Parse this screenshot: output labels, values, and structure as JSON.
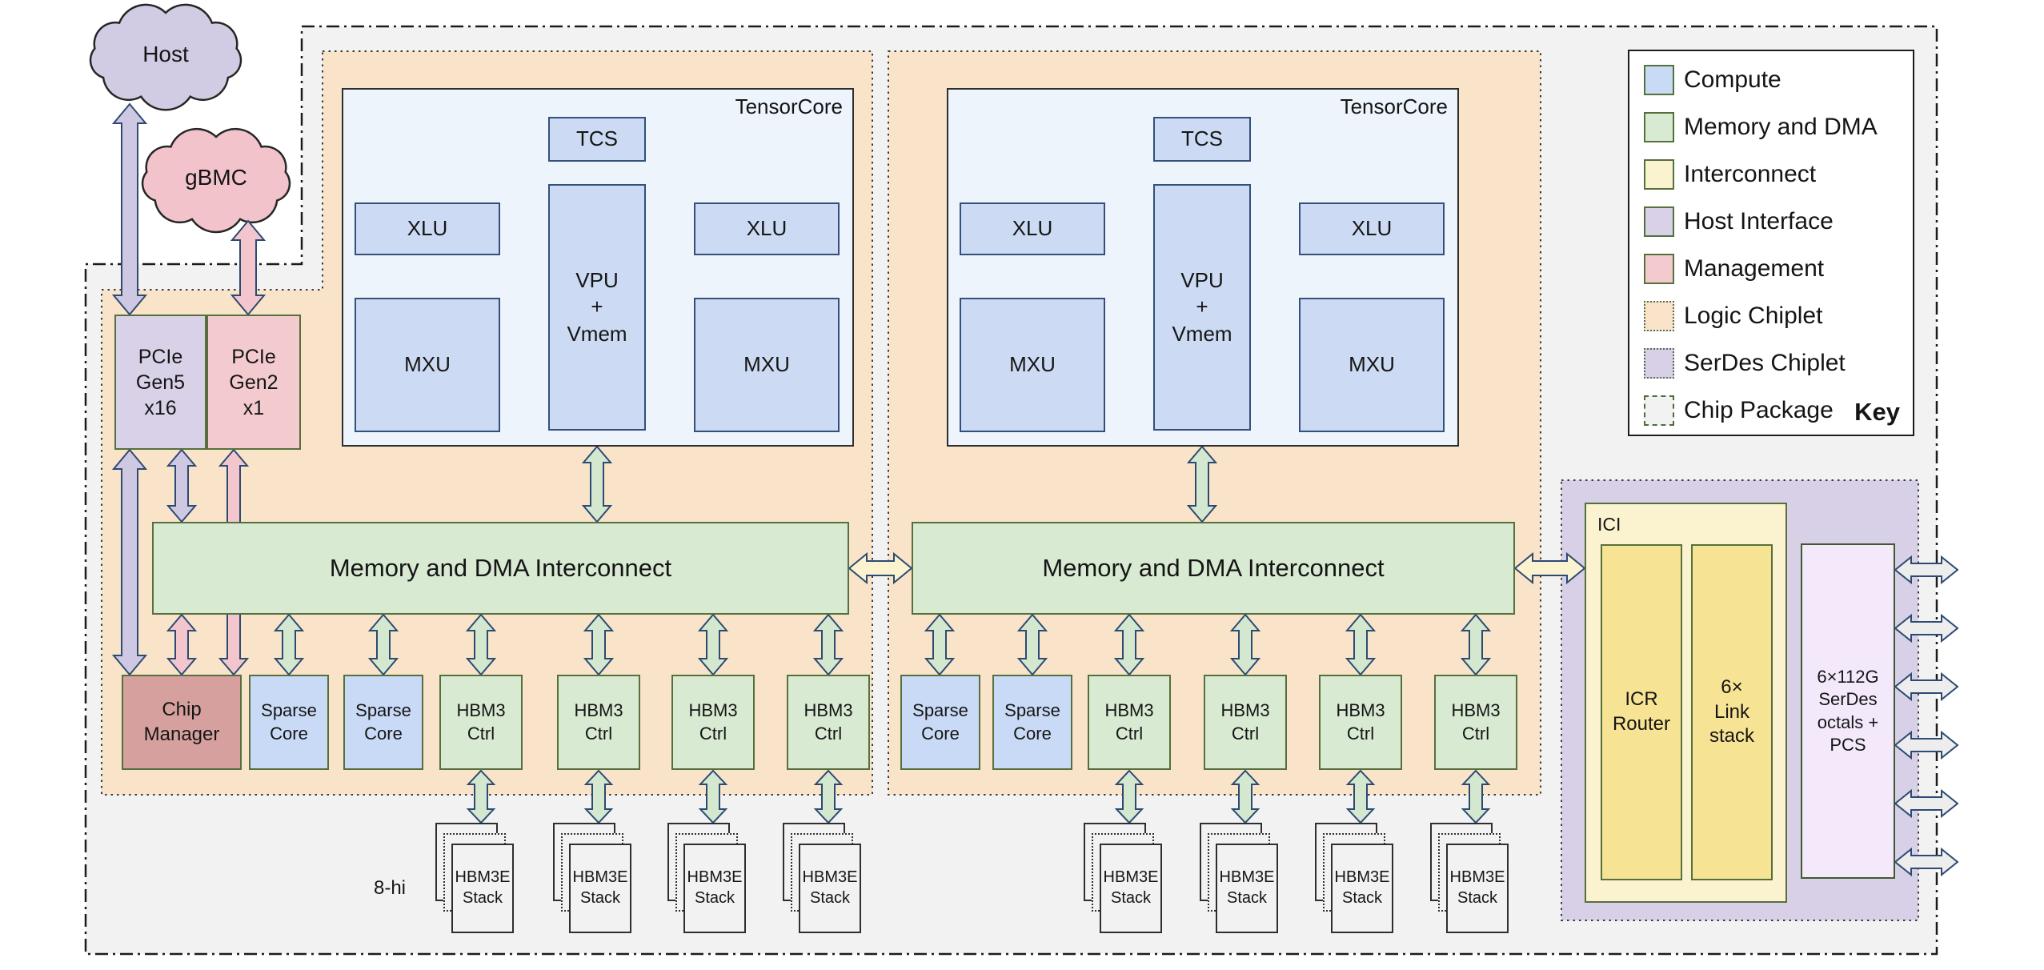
{
  "clouds": {
    "host": "Host",
    "gbmc": "gBMC"
  },
  "blocks": {
    "pcie_gen5": "PCIe\nGen5\nx16",
    "pcie_gen2": "PCIe\nGen2\nx1",
    "tensorcore": "TensorCore",
    "tcs": "TCS",
    "xlu": "XLU",
    "vpu": "VPU\n+\nVmem",
    "mxu": "MXU",
    "interconnect": "Memory and DMA Interconnect",
    "chip_manager": "Chip\nManager",
    "sparse_core": "Sparse\nCore",
    "hbm3_ctrl": "HBM3\nCtrl",
    "hbm3e_stack": "HBM3E\nStack",
    "stack_height": "8-hi",
    "ici": "ICI",
    "icr_router": "ICR\nRouter",
    "link_stack": "6×\nLink\nstack",
    "serdes_octals": "6×112G\nSerDes\noctals +\nPCS"
  },
  "legend": {
    "title": "Key",
    "items": [
      {
        "label": "Compute",
        "swatch": "compute",
        "color": "#c9daf6"
      },
      {
        "label": "Memory and DMA",
        "swatch": "memory",
        "color": "#d8ead2"
      },
      {
        "label": "Interconnect",
        "swatch": "interconnect",
        "color": "#fbf3cf"
      },
      {
        "label": "Host Interface",
        "swatch": "host-interface",
        "color": "#d8d1e8"
      },
      {
        "label": "Management",
        "swatch": "management",
        "color": "#f3cbce"
      },
      {
        "label": "Logic Chiplet",
        "swatch": "logic-chiplet",
        "color": "#f9e4c9"
      },
      {
        "label": "SerDes Chiplet",
        "swatch": "serdes-chiplet",
        "color": "#d7d0e7"
      },
      {
        "label": "Chip Package",
        "swatch": "chip-package",
        "color": "#f2f2f2"
      }
    ]
  },
  "colors": {
    "compute_fill": "#ccdaf3",
    "memory_fill": "#d8ead2",
    "interconnect_fill": "#fbf3cf",
    "host_interface_fill": "#d8d1e8",
    "management_fill": "#f3cbce",
    "chip_manager_fill": "#d6a09e",
    "logic_chiplet_fill": "#f9e4c9",
    "serdes_chiplet_fill": "#d7d0e7",
    "chip_package_fill": "#f2f2f2",
    "arrow_outline": "#2d4a73"
  }
}
